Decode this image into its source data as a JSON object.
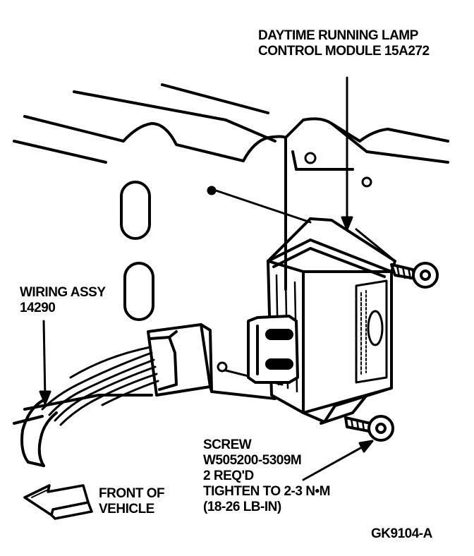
{
  "labels": {
    "module": {
      "line1": "DAYTIME RUNNING LAMP",
      "line2": "CONTROL MODULE 15A272"
    },
    "wiring": {
      "line1": "WIRING ASSY",
      "line2": "14290"
    },
    "screw": {
      "line1": "SCREW",
      "line2": "W505200-5309M",
      "line3": "2 REQ'D",
      "line4": "TIGHTEN TO 2-3 N•M",
      "line5": "(18-26 LB-IN)"
    },
    "front": {
      "line1": "FRONT OF",
      "line2": "VEHICLE"
    },
    "figure_id": "GK9104-A"
  },
  "colors": {
    "ink": "#000000",
    "paper": "#ffffff"
  }
}
